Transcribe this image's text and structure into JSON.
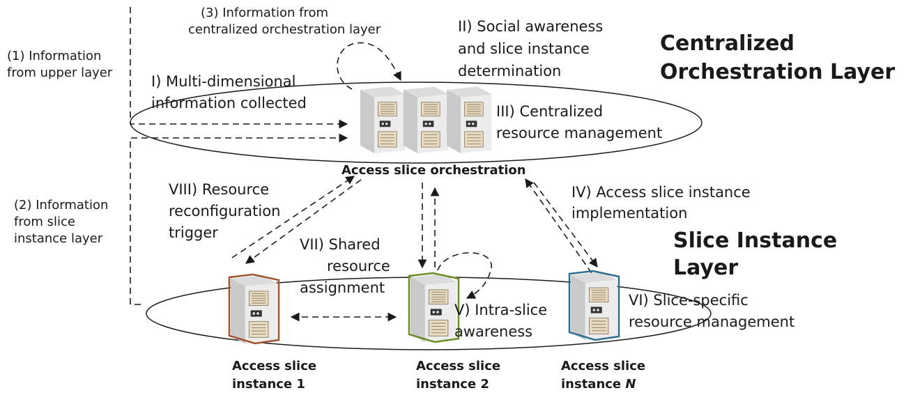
{
  "headings": {
    "centralized": [
      "Centralized",
      "Orchestration Layer"
    ],
    "slice_layer": [
      "Slice Instance",
      "Layer"
    ]
  },
  "inputs": {
    "upper": [
      "(1) Information",
      "from upper layer"
    ],
    "slice": [
      "(2) Information",
      "from slice",
      "instance layer"
    ],
    "centralized": [
      "(3) Information from",
      "centralized orchestration layer"
    ]
  },
  "steps": {
    "s1": [
      "I) Multi-dimensional",
      "information collected"
    ],
    "s2": [
      "II) Social awareness",
      "and slice instance",
      "determination"
    ],
    "s3": [
      "III) Centralized",
      "resource management"
    ],
    "s4": [
      "IV) Access slice instance",
      "implementation"
    ],
    "s5": [
      "V) Intra-slice",
      "awareness"
    ],
    "s6": [
      "VI) Slice-specific",
      "resource management"
    ],
    "s7": [
      "VII) Shared",
      "resource",
      "assignment"
    ],
    "s8": [
      "VIII) Resource",
      "reconfiguration",
      "trigger"
    ]
  },
  "captions": {
    "orchestration": "Access slice orchestration",
    "instance1": [
      "Access slice",
      "instance 1"
    ],
    "instance2": [
      "Access slice",
      "instance 2"
    ],
    "instanceN_line1": "Access slice",
    "instanceN_prefix": "instance ",
    "instanceN_italic": "N"
  },
  "colors": {
    "instance1": "#a0522d",
    "instance2": "#6b8e23",
    "instanceN": "#2e6e8e",
    "central": "#888888"
  },
  "icons": {
    "server": "server-icon"
  }
}
